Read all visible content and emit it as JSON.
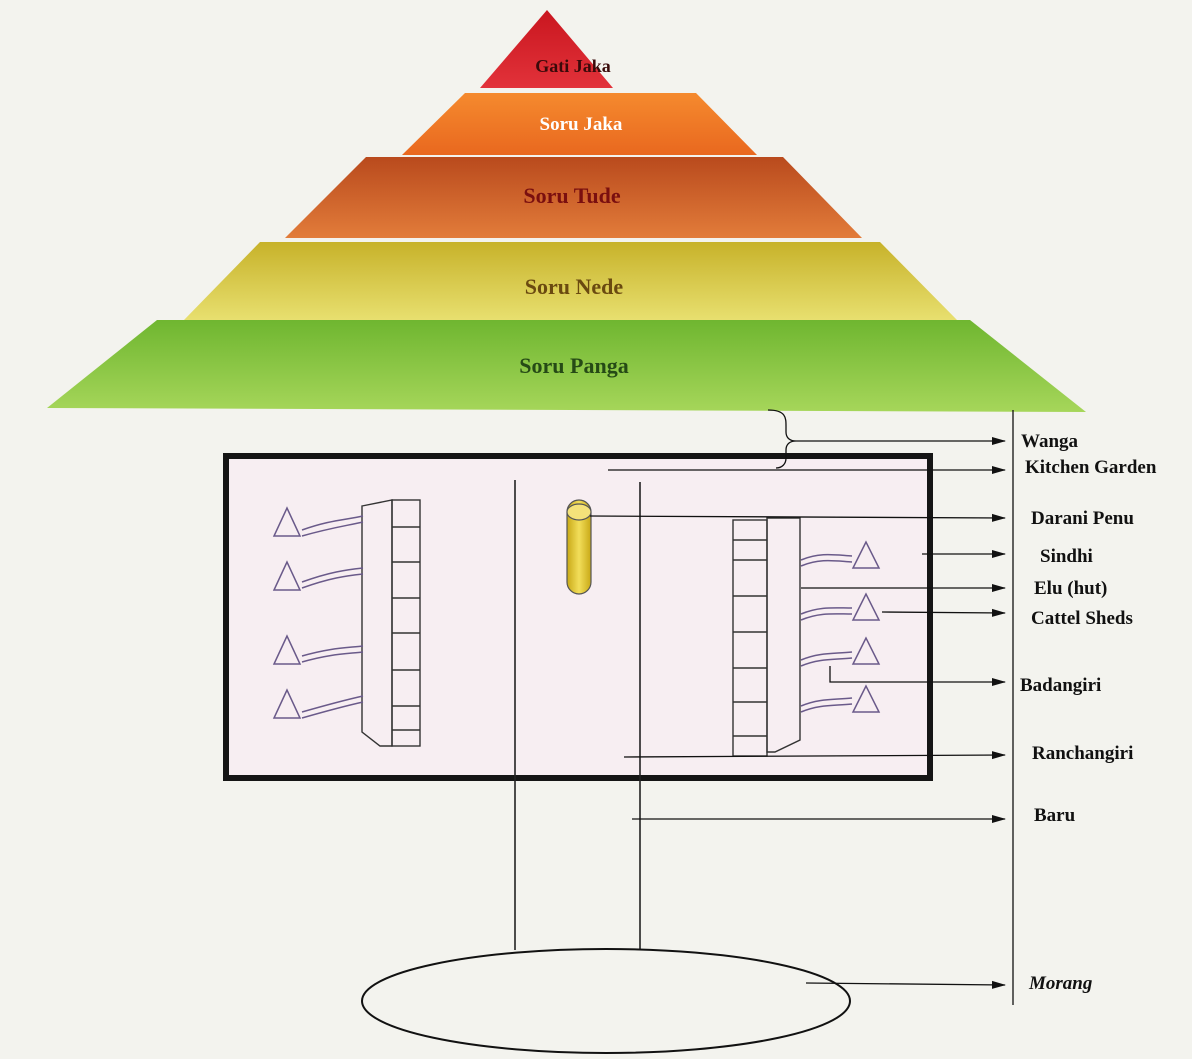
{
  "pyramid": {
    "levels": [
      {
        "label": "Gati Jaka",
        "color": "#d9252b",
        "text_color": "#3a0a0a"
      },
      {
        "label": "Soru Jaka",
        "color": "#f07a28",
        "text_color": "#ffffff"
      },
      {
        "label": "Soru Tude",
        "color": "#cc5a24",
        "text_color": "#7a0f0f"
      },
      {
        "label": "Soru Nede",
        "color": "#d6c83a",
        "text_color": "#6a4a10"
      },
      {
        "label": "Soru Panga",
        "color": "#86c640",
        "text_color": "#264a16"
      }
    ]
  },
  "labels": {
    "wanga": "Wanga",
    "kitchen_garden": "Kitchen Garden",
    "darani_penu": "Darani Penu",
    "sindhi": "Sindhi",
    "elu_hut": "Elu (hut)",
    "cattel_sheds": "Cattel Sheds",
    "badangiri": "Badangiri",
    "ranchangiri": "Ranchangiri",
    "baru": "Baru",
    "morang": "Morang"
  },
  "colors": {
    "village_fill": "#f7eef2",
    "village_border": "#151515",
    "darani_penu": "#e5cc38",
    "shed_stroke": "#6a5a8a"
  }
}
